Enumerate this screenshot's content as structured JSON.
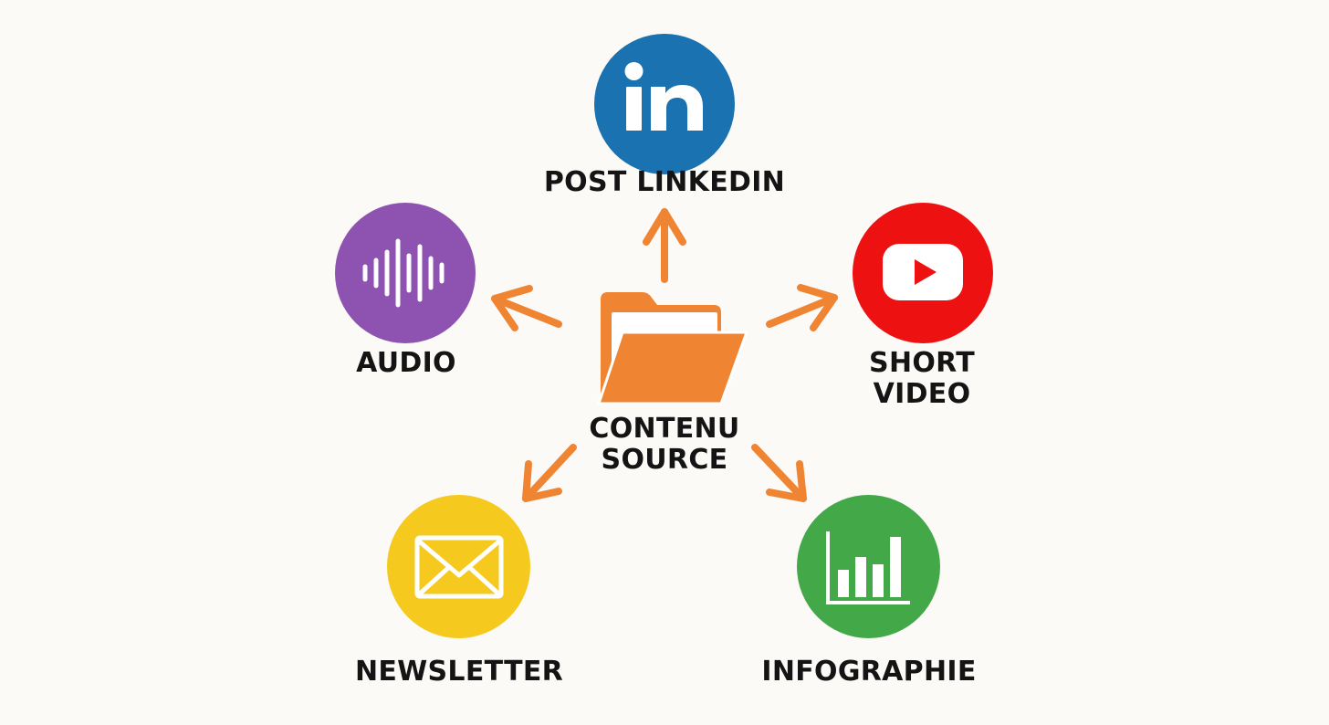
{
  "center": {
    "label_lines": [
      "CONTENU",
      "SOURCE"
    ],
    "icon": "folder-icon",
    "color": "#ef8433"
  },
  "outputs": {
    "linkedin": {
      "label_lines": [
        "POST LINKEDIN"
      ],
      "icon": "linkedin-icon",
      "icon_text": "in",
      "color": "#1b72b1"
    },
    "audio": {
      "label_lines": [
        "AUDIO"
      ],
      "icon": "audio-waveform-icon",
      "color": "#8e52b0"
    },
    "video": {
      "label_lines": [
        "SHORT",
        "VIDEO"
      ],
      "icon": "youtube-play-icon",
      "color": "#ee1111"
    },
    "newsletter": {
      "label_lines": [
        "NEWSLETTER"
      ],
      "icon": "envelope-icon",
      "color": "#f5c91e"
    },
    "infographie": {
      "label_lines": [
        "INFOGRAPHIE"
      ],
      "icon": "bar-chart-icon",
      "color": "#43a847"
    }
  },
  "arrow_color": "#ef8433"
}
